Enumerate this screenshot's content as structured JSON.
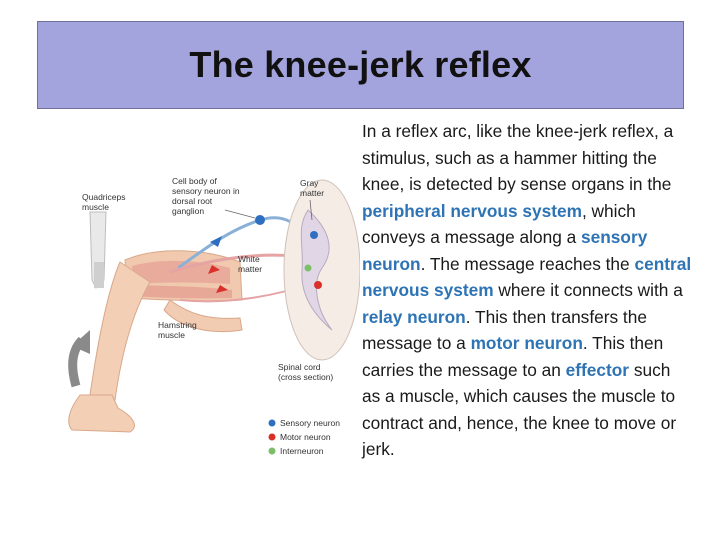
{
  "title": "The knee-jerk reflex",
  "figure": {
    "labels": {
      "quadriceps": [
        "Quadriceps",
        "muscle"
      ],
      "cell_body": [
        "Cell body of",
        "sensory neuron in",
        "dorsal root",
        "ganglion"
      ],
      "gray_matter": [
        "Gray",
        "matter"
      ],
      "white_matter": [
        "White",
        "matter"
      ],
      "hamstring": [
        "Hamstring",
        "muscle"
      ],
      "spinal_cord": [
        "Spinal cord",
        "(cross section)"
      ]
    },
    "legend": [
      {
        "label": "Sensory neuron",
        "color": "#2f6fc0"
      },
      {
        "label": "Motor neuron",
        "color": "#d9302a"
      },
      {
        "label": "Interneuron",
        "color": "#7cbf6a"
      }
    ]
  },
  "text": {
    "s1": "In a reflex arc, like the knee-jerk reflex, a stimulus, such as a hammer hitting the knee, is detected by sense organs in the ",
    "h1": "peripheral nervous system",
    "s2": ", which conveys a message along a ",
    "h2": "sensory neuron",
    "s3": ". The message reaches the ",
    "h3": "central nervous system",
    "s4": " where it connects with a ",
    "h4": "relay neuron",
    "s5": ". This then transfers the message to a ",
    "h5": "motor neuron",
    "s6": ". This then carries the message to an ",
    "h6": "effector",
    "s7": " such as a muscle, which causes the muscle to contract and, hence, the knee to move or jerk."
  }
}
